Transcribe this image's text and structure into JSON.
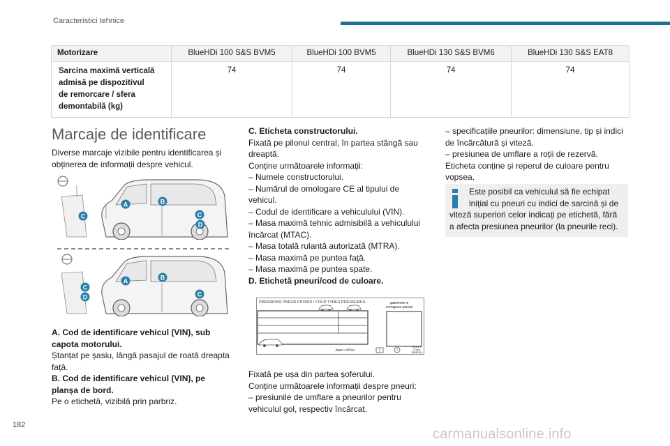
{
  "header": {
    "title": "Caracteristici tehnice"
  },
  "page_number": "182",
  "watermark": "carmanualsonline.info",
  "table": {
    "headers": [
      "Motorizare",
      "BlueHDi 100 S&S BVM5",
      "BlueHDi 100 BVM5",
      "BlueHDi 130 S&S BVM6",
      "BlueHDi 130 S&S EAT8"
    ],
    "row_label_lines": [
      "Sarcina maximă verticală",
      "admisă pe dispozitivul",
      "de remorcare / sfera",
      "demontabilă (kg)"
    ],
    "values": [
      "74",
      "74",
      "74",
      "74"
    ]
  },
  "section": {
    "title": "Marcaje de identificare",
    "intro_lines": [
      "Diverse marcaje vizibile pentru identificarea și",
      "obținerea de informații despre vehicul."
    ]
  },
  "van_markers": [
    "A",
    "B",
    "C",
    "D"
  ],
  "left_col": {
    "a_title_lines": [
      "A. Cod de identificare vehicul (VIN), sub",
      "capota motorului."
    ],
    "a_body_lines": [
      " Ștanțat pe șasiu, lângă pasajul de roată dreapta",
      "față."
    ],
    "b_title_lines": [
      "B. Cod de identificare vehicul (VIN), pe",
      "planșa de bord."
    ],
    "b_body_lines": [
      "Pe o etichetă, vizibilă prin parbriz."
    ]
  },
  "mid_col": {
    "c_title": "C. Eticheta constructorului.",
    "c_lines": [
      "Fixată pe pilonul central, în partea stângă sau",
      "dreaptă.",
      "Conține următoarele informații:",
      "–  Numele constructorului.",
      "–  Numărul de omologare CE al tipului de",
      "vehicul.",
      "–  Codul de identificare a vehiculului (VIN).",
      "–  Masa maximă tehnic admisibilă a vehiculului",
      "încărcat (MTAC).",
      "–  Masa totală rulantă autorizată (MTRA).",
      "–  Masa maximă pe puntea față.",
      "–  Masa maximă pe puntea spate."
    ],
    "d_title": "D. Etichetă pneuri/cod de culoare.",
    "d_lines": [
      "Fixată pe ușa din partea șoferului.",
      "Conține următoarele informații despre pneuri:",
      "–  presiunile de umflare a pneurilor pentru",
      "vehiculul gol, respectiv încărcat."
    ]
  },
  "tire_label": {
    "header": "PRESSIONS PNEUS FROIDS / COLD TYRES PRESSURES",
    "cyrillic_lines": [
      "давление в",
      "холодных шинах"
    ],
    "units": "bars    <kPa>",
    "reset_lines": [
      "RESET",
      "0.5ps",
      "SIBRON"
    ]
  },
  "right_col": {
    "lines": [
      "–  specificațiile pneurilor: dimensiune, tip și indici",
      "de încărcătură și viteză.",
      "–  presiunea de umflare a roții de rezervă.",
      "Eticheta conține și reperul de culoare pentru",
      "vopsea."
    ],
    "info_lines": [
      "Este posibil ca vehiculul să fie echipat",
      "inițial cu pneuri cu indici de sarcină și de",
      "viteză superiori celor indicați pe etichetă, fără",
      "a afecta presiunea pneurilor (la pneurile reci)."
    ]
  },
  "colors": {
    "accent": "#1f6e96",
    "marker": "#2a7ea8"
  }
}
